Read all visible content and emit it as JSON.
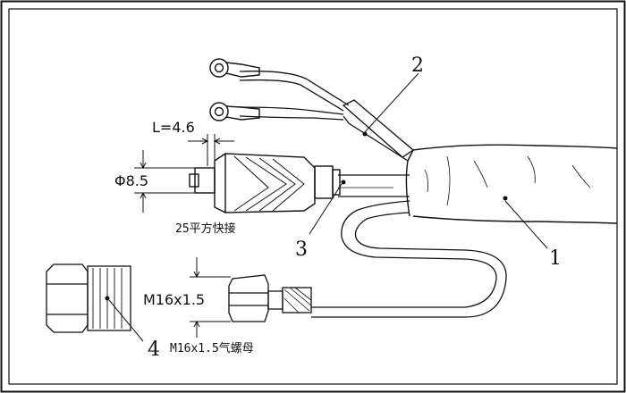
{
  "callouts": {
    "c1": "1",
    "c2": "2",
    "c3": "3",
    "c4": "4"
  },
  "dimensions": {
    "length": "L=4.6",
    "diameter": "Φ8.5",
    "thread": "M16x1.5"
  },
  "captions": {
    "connector": "25平方快接",
    "gas_nut": "M16x1.5气螺母"
  },
  "colors": {
    "line": "#111111",
    "background": "#ffffff"
  }
}
